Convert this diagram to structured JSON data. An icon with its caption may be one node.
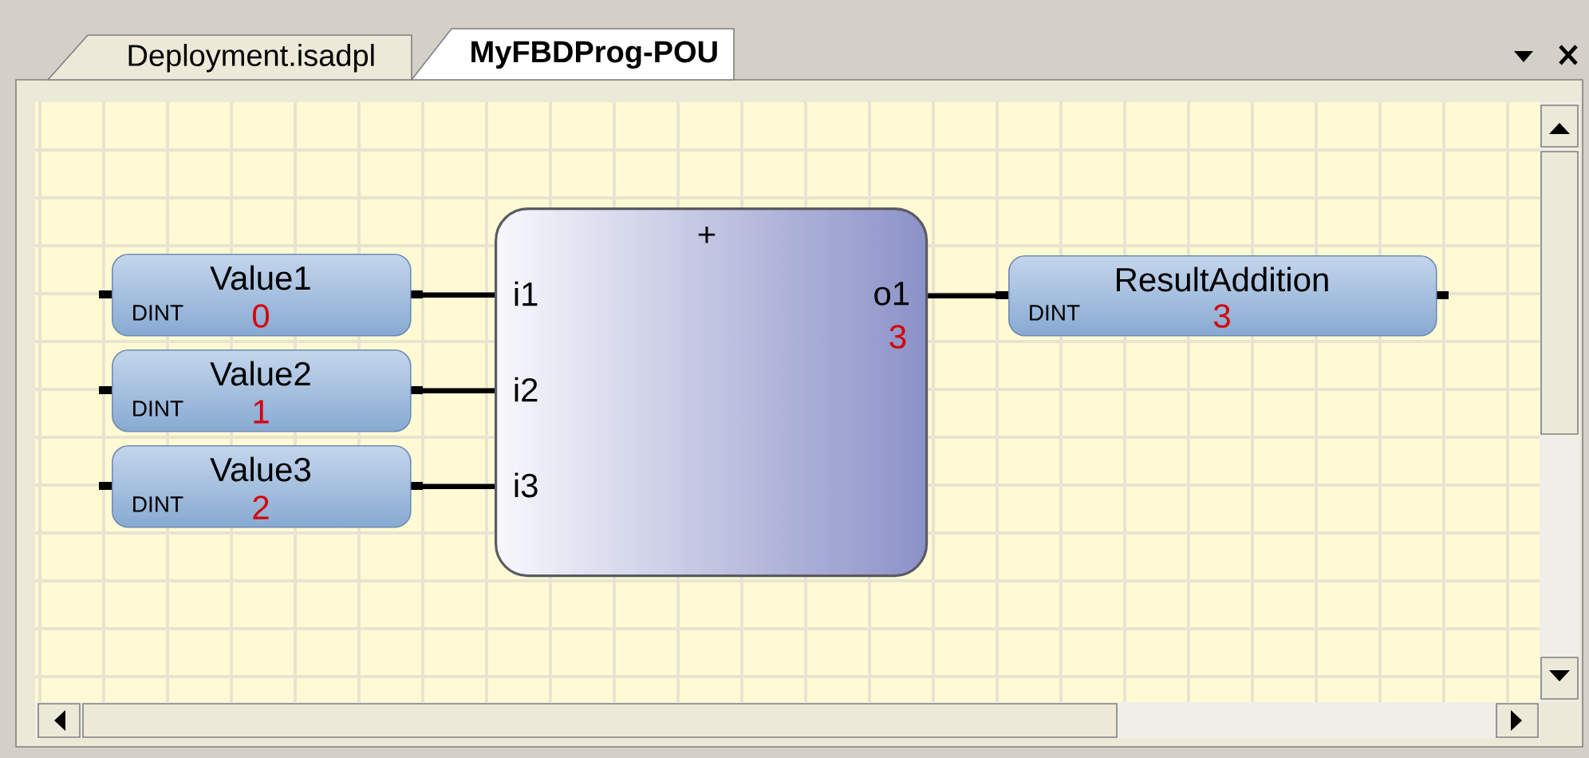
{
  "diagram": {
    "nodes": [
      {
        "text": [
          "Deployment.isadpl"
        ]
      },
      {
        "text": [
          "MyFBDProg-POU"
        ]
      },
      {
        "text": [
          "Value1",
          "DINT",
          "0"
        ]
      },
      {
        "text": [
          "Value2",
          "DINT",
          "1"
        ]
      },
      {
        "text": [
          "Value3",
          "DINT",
          "2"
        ]
      },
      {
        "text": [
          "+",
          "i1",
          "i2",
          "i3",
          "o1",
          "3"
        ]
      },
      {
        "text": [
          "ResultAddition",
          "DINT",
          "3"
        ]
      }
    ],
    "edges": [
      {
        "from": 2,
        "to": 5,
        "arrow": "none"
      },
      {
        "from": 3,
        "to": 5,
        "arrow": "none"
      },
      {
        "from": 4,
        "to": 5,
        "arrow": "none"
      },
      {
        "from": 5,
        "to": 6,
        "arrow": "none"
      }
    ]
  }
}
